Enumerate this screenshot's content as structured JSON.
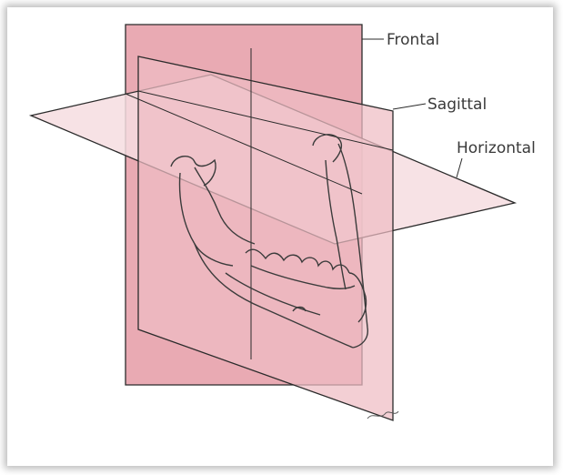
{
  "figure": {
    "labels": {
      "frontal": "Frontal",
      "sagittal": "Sagittal",
      "horizontal": "Horizontal"
    },
    "colors": {
      "frontal_plane": "#e9aab3",
      "sagittal_plane": "#efbcc4",
      "horizontal_plane": "#f6dde1",
      "outline": "#2b2b2b",
      "background": "#ffffff"
    }
  }
}
